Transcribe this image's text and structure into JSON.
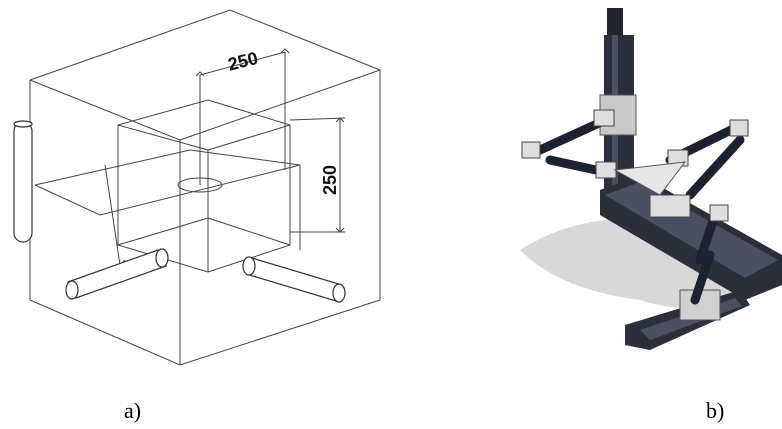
{
  "panel_a": {
    "caption": "a)",
    "dimension_horizontal": "250",
    "dimension_vertical": "250"
  },
  "panel_b": {
    "caption": "b)"
  },
  "colors": {
    "line": "#333333",
    "rail": "#2a2f3a",
    "carriage": "#d9d9d9",
    "shadow": "#bdbdbd"
  }
}
